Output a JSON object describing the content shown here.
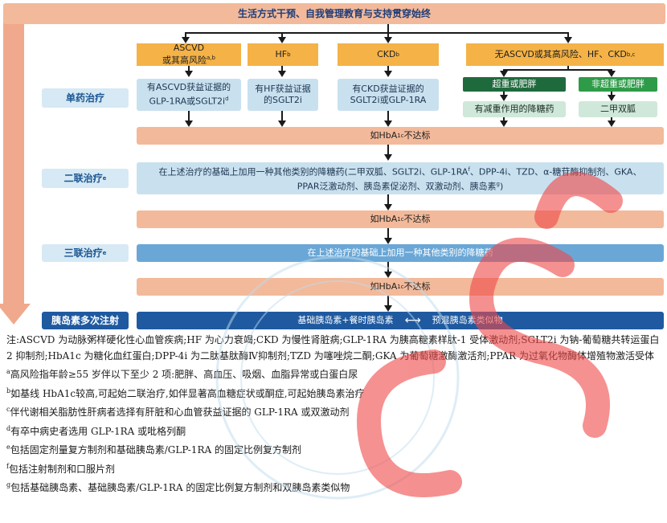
{
  "top_banner": "生活方式干预、自我管理教育与支持贯穿始终",
  "conditions": {
    "ascvd_line1": "ASCVD",
    "ascvd_line2": "或其高风险",
    "ascvd_sup": "a,b",
    "hf": "HF",
    "hf_sup": "b",
    "ckd": "CKD",
    "ckd_sup": "b",
    "none": "无ASCVD或其高风险、HF、CKD",
    "none_sup": "b,c"
  },
  "stages": {
    "mono": "单药治疗",
    "dual": "二联治疗",
    "dual_sup": "e",
    "triple": "三联治疗",
    "triple_sup": "e",
    "insulin": "胰岛素多次注射"
  },
  "mono_boxes": {
    "ascvd_line1": "有ASCVD获益证据的",
    "ascvd_line2": "GLP-1RA或SGLT2i",
    "ascvd_sup": "d",
    "hf_line1": "有HF获益证据",
    "hf_line2": "的SGLT2i",
    "ckd_line1": "有CKD获益证据的",
    "ckd_line2": "SGLT2i或GLP-1RA",
    "overweight": "超重或肥胖",
    "non_overweight": "非超重或肥胖",
    "weight_loss_drug": "有减重作用的降糖药",
    "metformin": "二甲双胍"
  },
  "hba1c": {
    "prefix": "如HbA",
    "sub": "1c",
    "suffix": "不达标"
  },
  "dual_text_line1": "在上述治疗的基础上加用一种其他类别的降糖药(二甲双胍、SGLT2i、GLP-1RA",
  "dual_text_sup_f": "f",
  "dual_text_line1b": "、DPP-4i、TZD、α-糖苷酶抑制剂、GKA、",
  "dual_text_line2": "PPAR泛激动剂、胰岛素促泌剂、双激动剂、胰岛素",
  "dual_text_sup_g": "g",
  "dual_text_line2b": ")",
  "triple_text": "在上述治疗的基础上加用一种其他类别的降糖药",
  "insulin": {
    "basal_prandial": "基础胰岛素+餐时胰岛素",
    "premixed": "预混胰岛素类似物"
  },
  "notes": {
    "main": "注:ASCVD 为动脉粥样硬化性心血管疾病;HF 为心力衰竭;CKD 为慢性肾脏病;GLP-1RA 为胰高糖素样肽-1 受体激动剂;SGLT2i 为钠-葡萄糖共转运蛋白 2 抑制剂;HbA1c 为糖化血红蛋白;DPP-4i 为二肽基肽酶Ⅳ抑制剂;TZD 为噻唑烷二酮;GKA 为葡萄糖激酶激活剂;PPAR 为过氧化物酶体增殖物激活受体",
    "a": "高风险指年龄≥55 岁伴以下至少 2 项:肥胖、高血压、吸烟、血脂异常或白蛋白尿",
    "b": "如基线 HbA1c较高,可起始二联治疗,如伴显著高血糖症状或酮症,可起始胰岛素治疗",
    "c": "伴代谢相关脂肪性肝病者选择有肝脏和心血管获益证据的 GLP-1RA 或双激动剂",
    "d": "有卒中病史者选用 GLP-1RA 或吡格列酮",
    "e": "包括固定剂量复方制剂和基础胰岛素/GLP-1RA 的固定比例复方制剂",
    "f": "包括注射制剂和口服片剂",
    "g": "包括基础胰岛素、基础胰岛素/GLP-1RA 的固定比例复方制剂和双胰岛素类似物"
  },
  "colors": {
    "orange": "#f4b247",
    "salmon": "#f2b99a",
    "light_blue": "#c9e1ef",
    "mid_blue": "#6aa7d6",
    "navy": "#1f5aa0",
    "dark_green": "#1f6a3d",
    "bright_green": "#2e9b48",
    "pale_green": "#cfe8d9",
    "watermark_red": "#f04848"
  }
}
